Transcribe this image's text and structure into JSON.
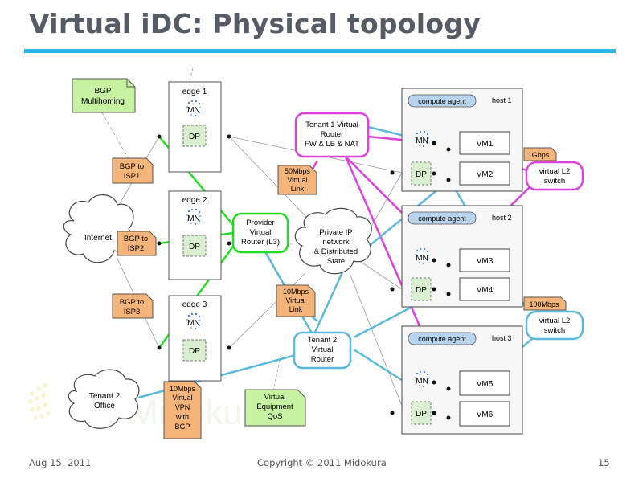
{
  "slide": {
    "title": "Virtual iDC: Physical topology",
    "date": "Aug 15, 2011",
    "copyright": "Copyright © 2011 Midokura",
    "page_number": "15"
  },
  "colors": {
    "title_rule": "#29b8e3",
    "green_path": "#22dd22",
    "magenta_path": "#e040e0",
    "cyan_path": "#5ab8dd",
    "bgp_note": "#c6f2a2",
    "orange_note": "#f5b57a"
  },
  "diagram": {
    "bgp_multihoming": [
      "BGP",
      "Multihoming"
    ],
    "edges": {
      "e1": "edge 1",
      "e2": "edge 2",
      "e3": "edge 3"
    },
    "mn": "MN",
    "dp": "DP",
    "bgp_isp1": [
      "BGP to",
      "ISP1"
    ],
    "bgp_isp2": [
      "BGP to",
      "ISP2"
    ],
    "bgp_isp3": [
      "BGP to",
      "ISP3"
    ],
    "internet": "Internet",
    "provider_router": [
      "Provider",
      "Virtual",
      "Router (L3)"
    ],
    "private_ip": [
      "Private IP",
      "network",
      "& Distributed",
      "State"
    ],
    "tenant1_router": [
      "Tenant 1 Virtual",
      "Router",
      "FW & LB & NAT"
    ],
    "link_50mbps": [
      "50Mbps",
      "Virtual",
      "Link"
    ],
    "link_10mbps": [
      "10Mbps",
      "Virtual",
      "Link"
    ],
    "tenant2_router": [
      "Tenant 2",
      "Virtual",
      "Router"
    ],
    "tenant2_office": [
      "Tenant 2",
      "Office"
    ],
    "vpn_10mbps": [
      "10Mbps",
      "Virtual",
      "VPN",
      "with",
      "BGP"
    ],
    "virtual_qos": [
      "Virtual",
      "Equipment",
      "QoS"
    ],
    "compute_agent": "compute agent",
    "hosts": {
      "h1": "host 1",
      "h2": "host 2",
      "h3": "host 3"
    },
    "vms": {
      "vm1": "VM1",
      "vm2": "VM2",
      "vm3": "VM3",
      "vm4": "VM4",
      "vm5": "VM5",
      "vm6": "VM6"
    },
    "switch_1gbps_tag": "1Gbps",
    "switch_100mbps_tag": "100Mbps",
    "switch_label": [
      "virtual L2",
      "switch"
    ],
    "watermark": "Midokura"
  }
}
